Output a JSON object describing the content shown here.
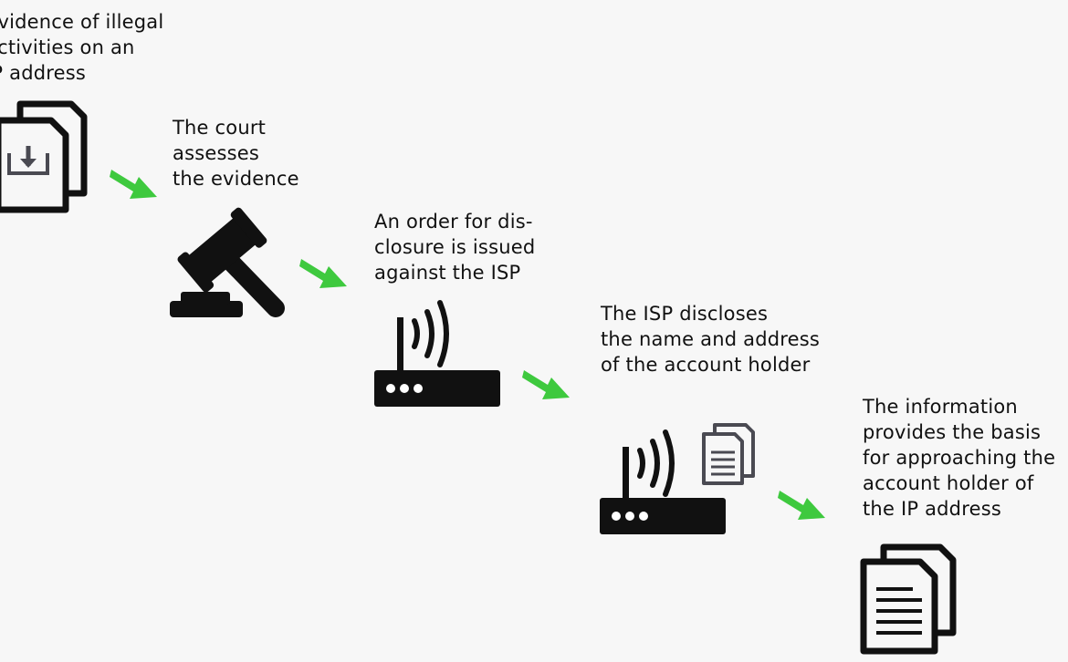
{
  "steps": [
    {
      "text": "Evidence of illegal\nactivities on an\nIP address",
      "icon": "documents-download-icon"
    },
    {
      "text": "The court\nassesses\nthe evidence",
      "icon": "gavel-icon"
    },
    {
      "text": "An order for dis-\nclosure is issued\nagainst the ISP",
      "icon": "router-icon"
    },
    {
      "text": "The ISP discloses\nthe name and address\nof the account holder",
      "icon": "router-with-document-icon"
    },
    {
      "text": "The information\nprovides the basis\nfor approaching the\naccount holder of\nthe IP address",
      "icon": "documents-icon"
    }
  ],
  "colors": {
    "arrow": "#3ec93e",
    "ink": "#111111",
    "doc_small": "#4a4a52",
    "background": "#f7f7f7"
  }
}
